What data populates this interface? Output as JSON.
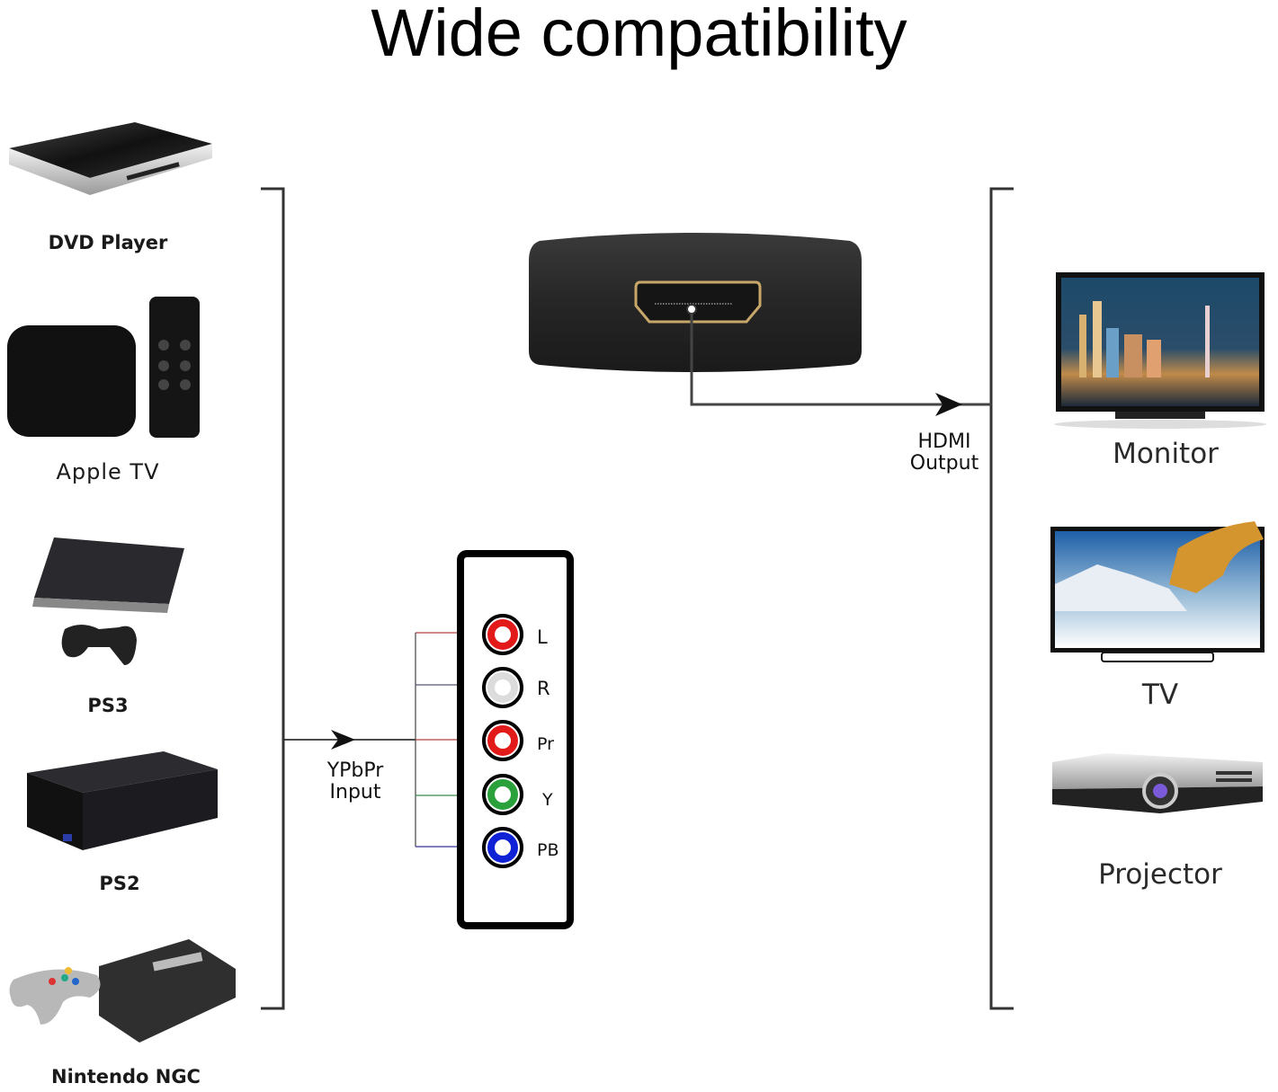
{
  "title": "Wide compatibility",
  "sources": {
    "items": [
      {
        "label": "DVD Player",
        "icon": "dvd-player-icon"
      },
      {
        "label": "Apple TV",
        "icon": "apple-tv-icon"
      },
      {
        "label": "PS3",
        "icon": "ps3-console-icon"
      },
      {
        "label": "PS2",
        "icon": "ps2-console-icon"
      },
      {
        "label": "Nintendo NGC",
        "icon": "nintendo-console-icon"
      }
    ]
  },
  "input": {
    "label_line1": "YPbPr",
    "label_line2": "Input",
    "ports": [
      {
        "label": "L",
        "color": "#e31a1a"
      },
      {
        "label": "R",
        "color": "#dcdcdc"
      },
      {
        "label": "Pr",
        "color": "#e31a1a"
      },
      {
        "label": "Y",
        "color": "#2aa13a"
      },
      {
        "label": "PB",
        "color": "#1022d6"
      }
    ]
  },
  "output": {
    "label_line1": "HDMI",
    "label_line2": "Output",
    "connector": "hdmi-port-icon"
  },
  "displays": {
    "items": [
      {
        "label": "Monitor",
        "icon": "monitor-icon"
      },
      {
        "label": "TV",
        "icon": "tv-icon"
      },
      {
        "label": "Projector",
        "icon": "projector-icon"
      }
    ]
  },
  "colors": {
    "line": "#333333",
    "gold": "#c8a86a",
    "device_dark": "#1e1e1e"
  }
}
